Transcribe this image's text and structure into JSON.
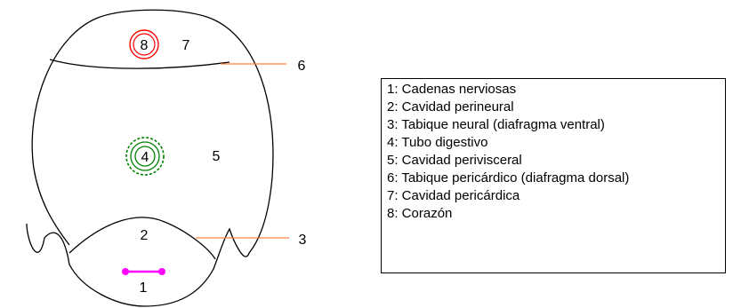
{
  "diagram": {
    "labels": {
      "n1": "1",
      "n2": "2",
      "n3": "3",
      "n4": "4",
      "n5": "5",
      "n6": "6",
      "n7": "7",
      "n8": "8"
    },
    "colors": {
      "outline": "#000000",
      "pointer": "#ff8040",
      "heart": "#ff0000",
      "digestive_tube": "#008000",
      "nerve_cords": "#ff00ff"
    }
  },
  "legend": {
    "items": [
      "1: Cadenas nerviosas",
      "2: Cavidad perineural",
      "3: Tabique neural (diafragma ventral)",
      "4: Tubo digestivo",
      "5: Cavidad perivisceral",
      "6: Tabique pericárdico (diafragma dorsal)",
      "7: Cavidad pericárdica",
      "8: Corazón"
    ]
  }
}
